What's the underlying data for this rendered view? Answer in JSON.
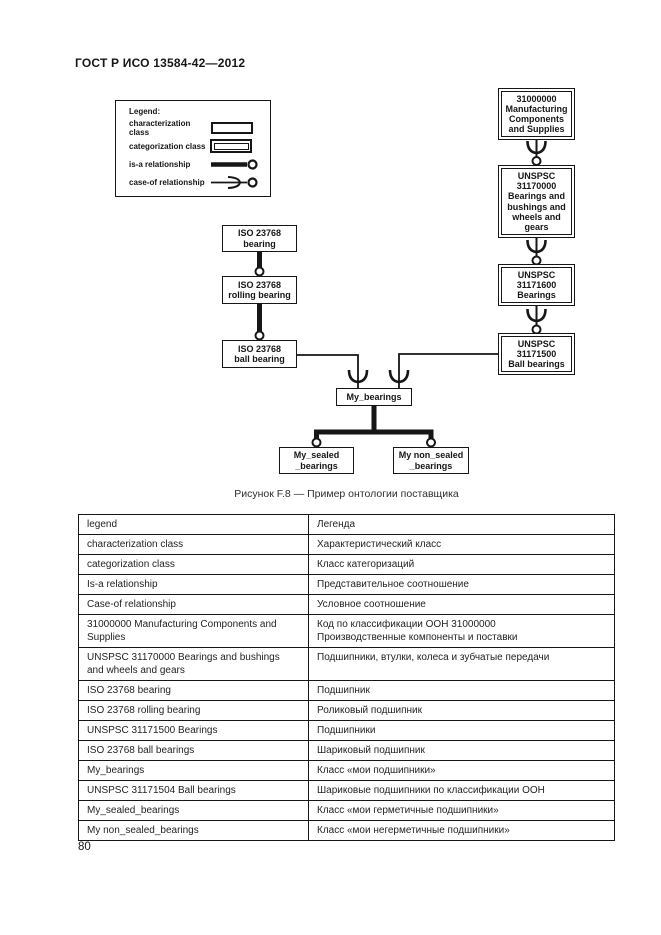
{
  "page": {
    "header": "ГОСТ Р ИСО 13584-42—2012",
    "page_number": "80",
    "caption": "Рисунок F.8 — Пример онтологии поставщика"
  },
  "legend": {
    "title": "Legend:",
    "items": [
      {
        "label": "characterization class",
        "symbol": "single-border-box"
      },
      {
        "label": "categorization class",
        "symbol": "double-border-box"
      },
      {
        "label": "is-a relationship",
        "symbol": "thick-line-with-circle"
      },
      {
        "label": "case-of relationship",
        "symbol": "thin-line-with-fork-and-circle"
      }
    ]
  },
  "diagram": {
    "nodes": [
      {
        "id": "mcs",
        "type": "categorization",
        "label": "31000000\nManufacturing\nComponents\nand Supplies"
      },
      {
        "id": "unspsc-31170000",
        "type": "categorization",
        "label": "UNSPSC\n31170000\nBearings and\nbushings and\nwheels and\ngears"
      },
      {
        "id": "unspsc-31171600",
        "type": "categorization",
        "label": "UNSPSC\n31171600\nBearings"
      },
      {
        "id": "unspsc-31171500",
        "type": "categorization",
        "label": "UNSPSC\n31171500\nBall bearings"
      },
      {
        "id": "iso-bearing",
        "type": "characterization",
        "label": "ISO 23768\nbearing"
      },
      {
        "id": "iso-rolling-bearing",
        "type": "characterization",
        "label": "ISO 23768\nrolling bearing"
      },
      {
        "id": "iso-ball-bearing",
        "type": "characterization",
        "label": "ISO 23768\nball bearing"
      },
      {
        "id": "my-bearings",
        "type": "characterization",
        "label": "My_bearings"
      },
      {
        "id": "my-sealed-bearings",
        "type": "characterization",
        "label": "My_sealed\n_bearings"
      },
      {
        "id": "my-non-sealed-bearings",
        "type": "characterization",
        "label": "My non_sealed\n_bearings"
      }
    ],
    "relationships": [
      "ISO 23768 bearing —is-a→ ISO 23768 rolling bearing",
      "ISO 23768 rolling bearing —is-a→ ISO 23768 ball bearing",
      "31000000 —case-of→ UNSPSC 31170000",
      "UNSPSC 31170000 —case-of→ UNSPSC 31171600 Bearings",
      "UNSPSC 31171600 Bearings —case-of→ UNSPSC 31171500 Ball bearings",
      "ISO 23768 ball bearing —case-of→ My_bearings",
      "UNSPSC 31171500 Ball bearings —case-of→ My_bearings",
      "My_bearings —is-a→ My_sealed_bearings",
      "My_bearings —is-a→ My non_sealed_bearings"
    ]
  },
  "table": {
    "rows": [
      {
        "en": "legend",
        "ru": "Легенда"
      },
      {
        "en": "characterization class",
        "ru": "Характеристический класс"
      },
      {
        "en": "categorization class",
        "ru": "Класс категоризаций"
      },
      {
        "en": "Is-a relationship",
        "ru": "Представительное соотношение"
      },
      {
        "en": "Case-of relationship",
        "ru": "Условное соотношение"
      },
      {
        "en": "31000000  Manufacturing Components and\nSupplies",
        "ru": "Код по классификации ООН 31000000\nПроизводственные компоненты и поставки"
      },
      {
        "en": "UNSPSC 31170000 Bearings and bushings\nand wheels and gears",
        "ru": "Подшипники, втулки, колеса и зубчатые передачи"
      },
      {
        "en": "ISO 23768 bearing",
        "ru": "Подшипник"
      },
      {
        "en": "ISO 23768 rolling bearing",
        "ru": "Роликовый подшипник"
      },
      {
        "en": "UNSPSC 31171500 Bearings",
        "ru": "Подшипники"
      },
      {
        "en": "ISO 23768 ball bearings",
        "ru": "Шариковый подшипник"
      },
      {
        "en": "My_bearings",
        "ru": "Класс «мои подшипники»"
      },
      {
        "en": "UNSPSC 31171504 Ball bearings",
        "ru": "Шариковые подшипники по классификации ООН"
      },
      {
        "en": "My_sealed_bearings",
        "ru": "Класс «мои герметичные подшипники»"
      },
      {
        "en": "My non_sealed_bearings",
        "ru": "Класс «мои негерметичные подшипники»"
      }
    ]
  },
  "colors": {
    "ink": "#161616",
    "paper": "#ffffff"
  }
}
